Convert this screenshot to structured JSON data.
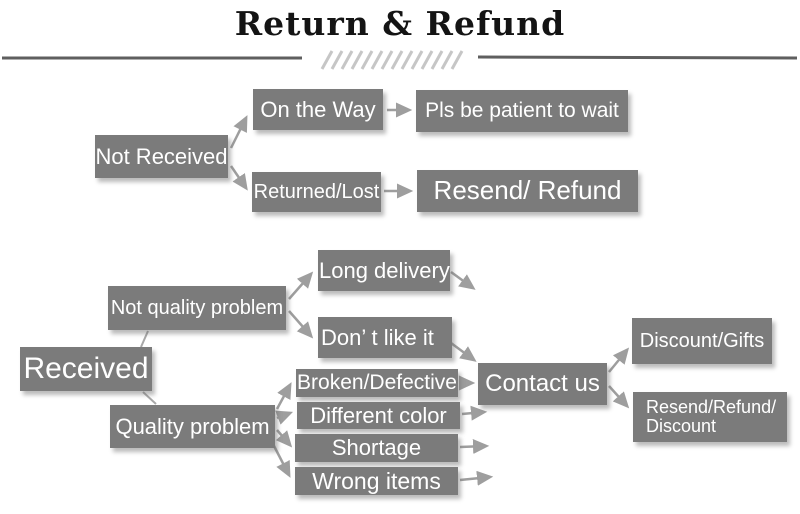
{
  "title": "Return & Refund",
  "colors": {
    "box_gray": "#7b7b7b",
    "arrow_gray": "#9e9e9e",
    "rule_gray": "#5f5f5f",
    "hatch_gray": "#c6c6c6",
    "title_color": "#141414",
    "node_text": "#ffffff"
  },
  "nodes": {
    "not_received": "Not Received",
    "on_the_way": "On the Way",
    "pls_wait": "Pls be patient to wait",
    "returned_lost": "Returned/Lost",
    "resend_refund": "Resend/ Refund",
    "received": "Received",
    "not_quality_problem": "Not quality problem",
    "long_delivery": "Long delivery",
    "dont_like_it": "Don’ t like it",
    "quality_problem": "Quality problem",
    "broken_defective": "Broken/Defective",
    "different_color": "Different color",
    "shortage": "Shortage",
    "wrong_items": "Wrong items",
    "contact_us": "Contact us",
    "discount_gifts": "Discount/Gifts",
    "resend_refund_discount": {
      "line1": "Resend/Refund/",
      "line2": "Discount"
    }
  },
  "flow": {
    "not_received_branches": [
      "On the Way",
      "Returned/Lost"
    ],
    "received_branches": [
      "Not quality problem",
      "Quality problem"
    ],
    "quality_problem_branches": [
      "Broken/Defective",
      "Different color",
      "Shortage",
      "Wrong items"
    ],
    "contact_us_outcomes": [
      "Discount/Gifts",
      "Resend/Refund/Discount"
    ]
  }
}
